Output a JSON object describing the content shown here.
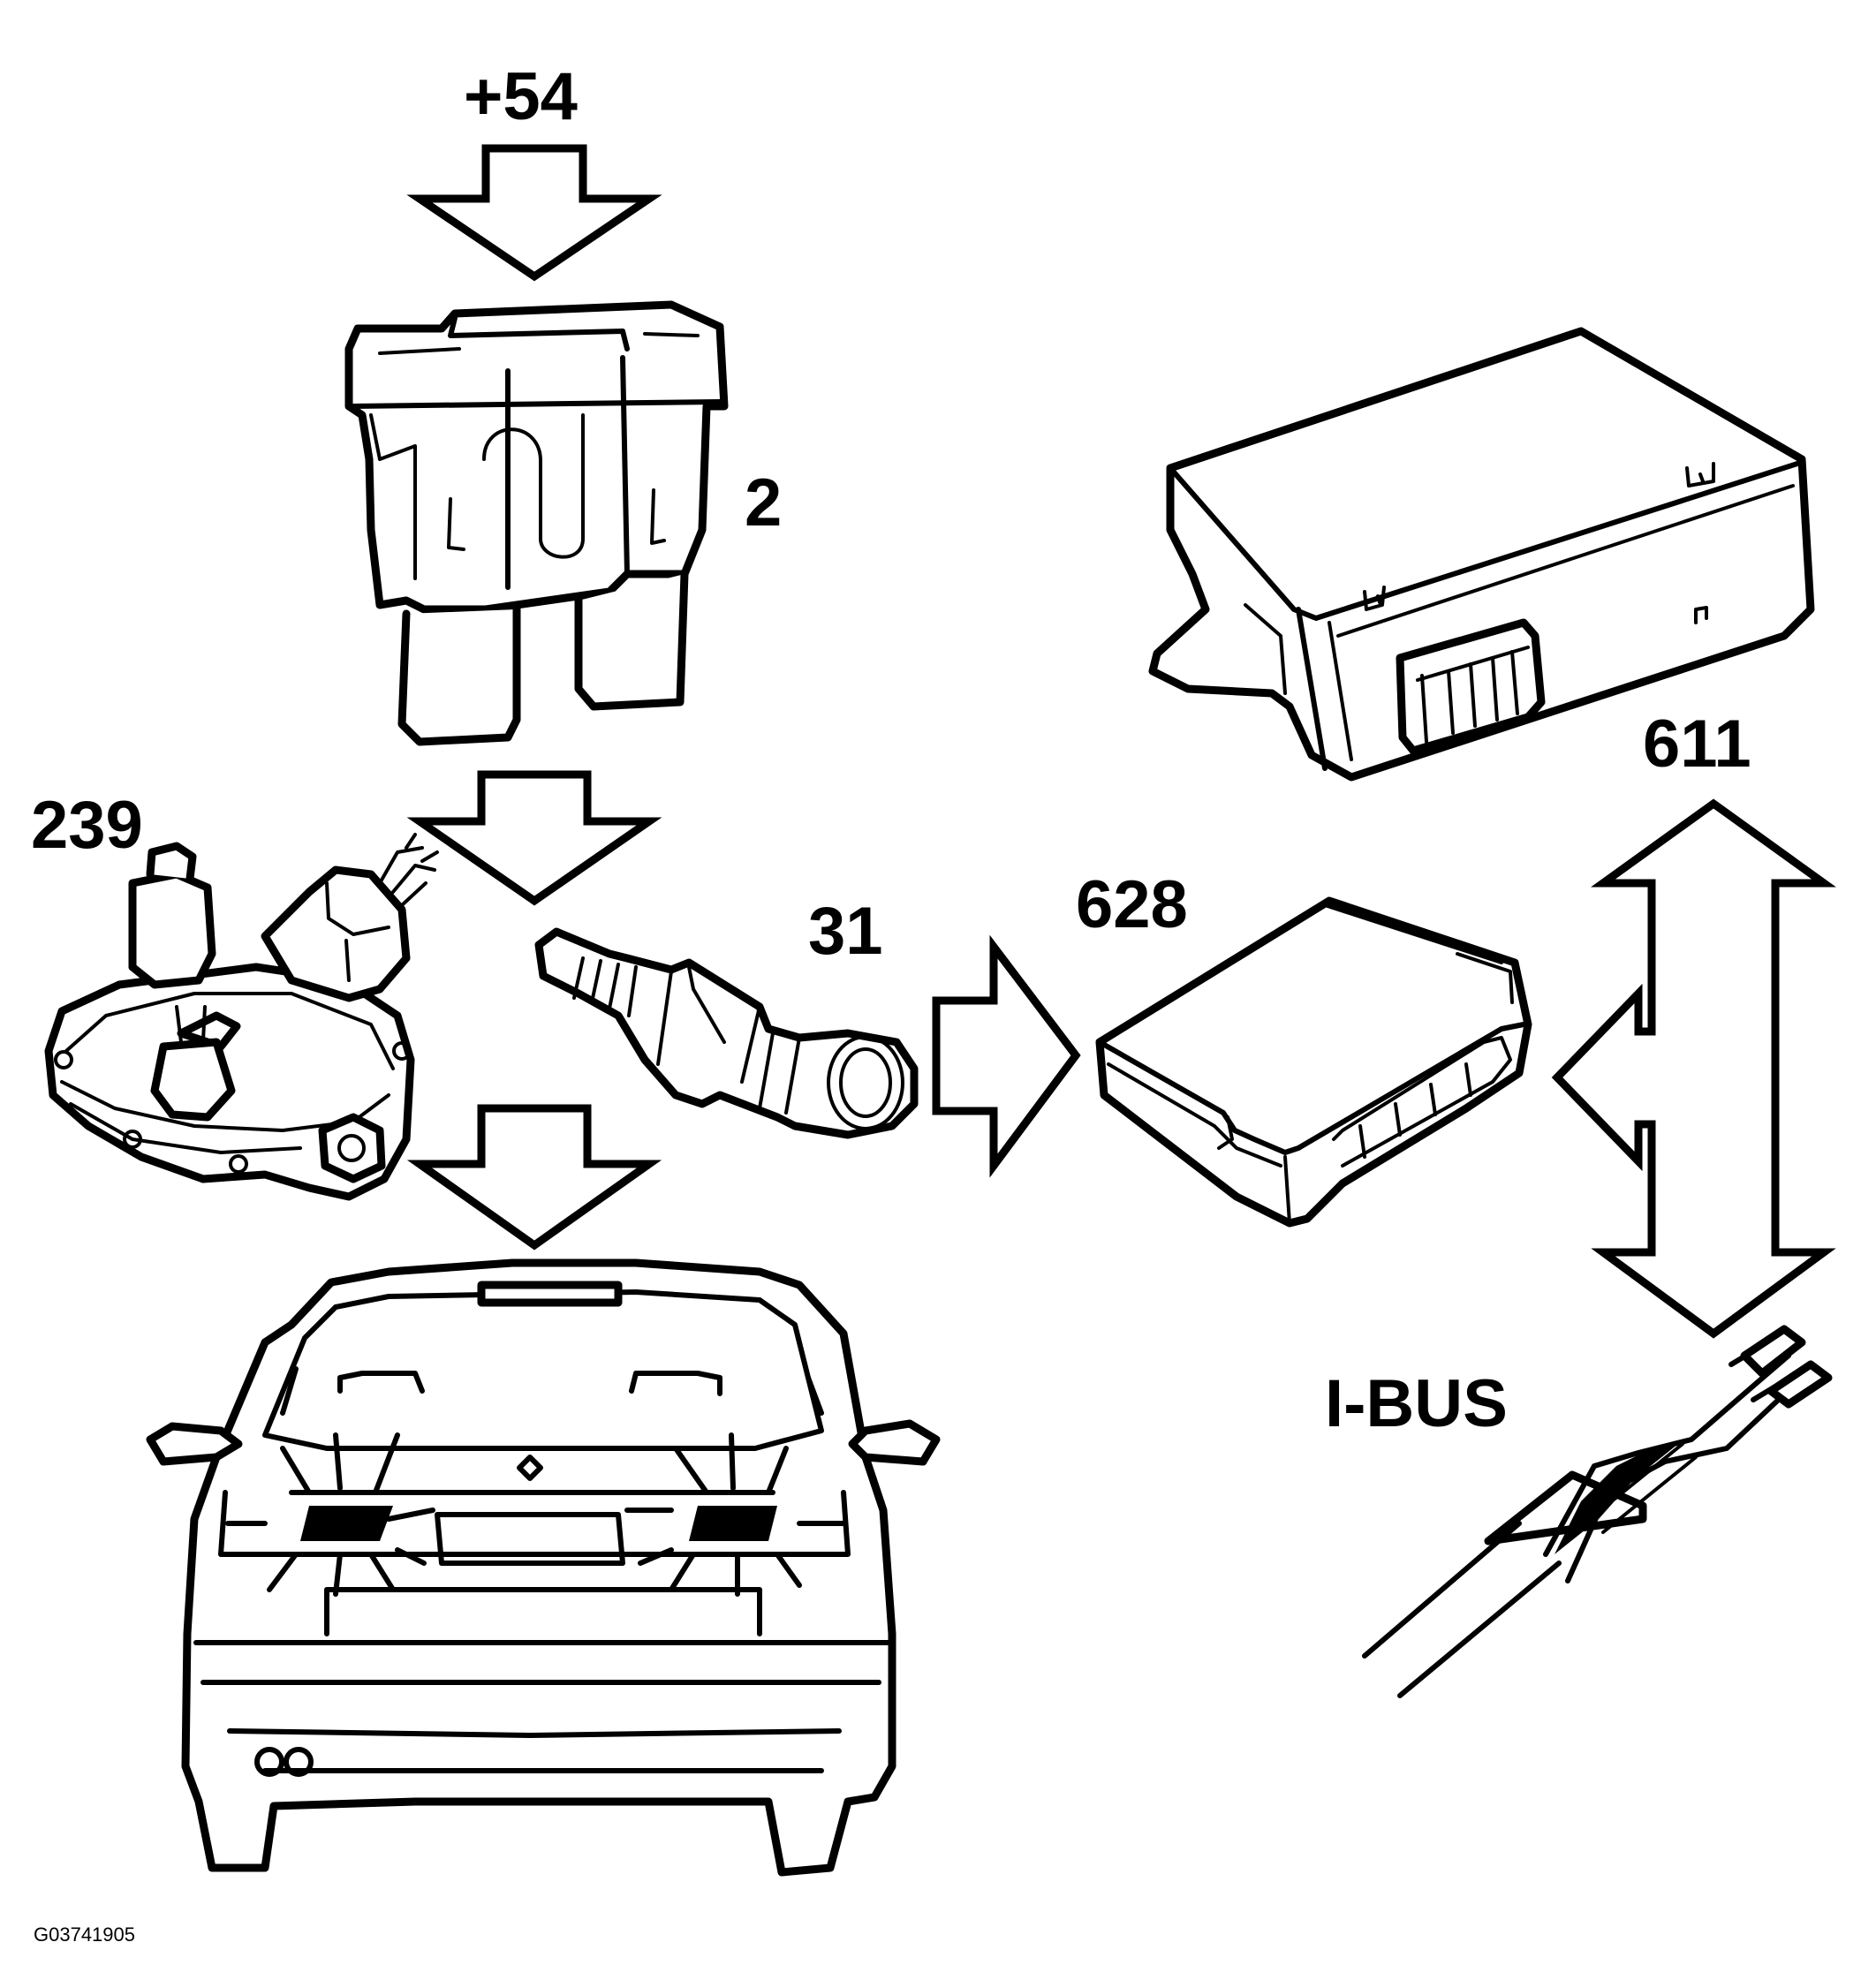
{
  "labels": {
    "supply": "+54",
    "fuse": "2",
    "gear_selector": "239",
    "reverse_switch": "31",
    "module_628": "628",
    "module_611": "611",
    "bus": "I-BUS",
    "figure_code": "G03741905"
  },
  "colors": {
    "line": "#000000",
    "background": "#ffffff"
  }
}
